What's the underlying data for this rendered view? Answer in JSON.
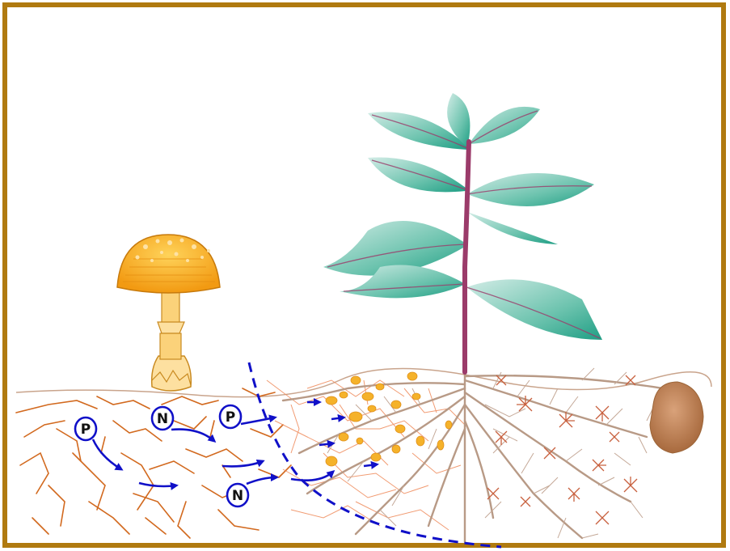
{
  "colors": {
    "frame": "#b07a10",
    "background": "#ffffff",
    "hyphae": "#d2691e",
    "fine_hyphae": "#ef8a5a",
    "roots": "#b89a86",
    "arrows": "#1010c8",
    "dashed_boundary": "#1010c8",
    "stem": "#9b3b6a",
    "leaf_light": "#a8d8cc",
    "leaf_dark": "#1f9e84",
    "mushroom_cap": "#f4a51c",
    "mushroom_spots": "#fde2a6",
    "mushroom_stalk": "#fbd27a",
    "spores_orange": "#f5b22a",
    "rock": "#c58a5c"
  },
  "icons": {
    "mushroom": "mushroom-icon",
    "plant": "plant-icon",
    "rock": "rock-icon"
  },
  "labels": [
    {
      "id": "p1",
      "text": "P"
    },
    {
      "id": "n1",
      "text": "N"
    },
    {
      "id": "p2",
      "text": "P"
    },
    {
      "id": "n2",
      "text": "N"
    }
  ]
}
